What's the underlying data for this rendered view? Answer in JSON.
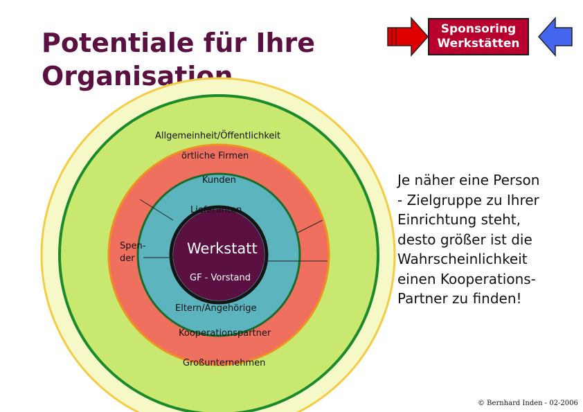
{
  "title": {
    "line1": "Potentiale für Ihre",
    "line2": "Organisation"
  },
  "sponsor_box": {
    "line1": "Sponsoring",
    "line2": "Werkstätten"
  },
  "colors": {
    "title": "#5a1040",
    "sponsor_box": "#b8002e",
    "ring_outer": "#f6f8c8",
    "ring_green": "#c8e870",
    "ring_red": "#f07060",
    "ring_teal": "#5cb4be",
    "core": "#5a1040",
    "arrow_left": "#e00000",
    "arrow_right": "#4466ee"
  },
  "icons": {
    "left_arrow": "arrow-right-icon",
    "right_arrow": "arrow-left-icon"
  },
  "rings": {
    "allgemeinheit": "Allgemeinheit/Öffentlichkeit",
    "firmen": "örtliche Firmen",
    "kunden": "Kunden",
    "lieferanten": "Lieferanten",
    "spender_1": "Spen-",
    "spender_2": "der",
    "werkstatt": "Werkstatt",
    "gf": "GF - Vorstand",
    "eltern": "Eltern/Angehörige",
    "kooperation": "Kooperationspartner",
    "gross": "Großunternehmen"
  },
  "statement": {
    "lines": [
      "Je näher eine Person",
      "- Zielgruppe zu Ihrer",
      "Einrichtung steht,",
      "desto größer ist die",
      "Wahrscheinlichkeit",
      "einen Kooperations-",
      "Partner zu finden!"
    ]
  },
  "footer": "© Bernhard Inden - 02-2006"
}
